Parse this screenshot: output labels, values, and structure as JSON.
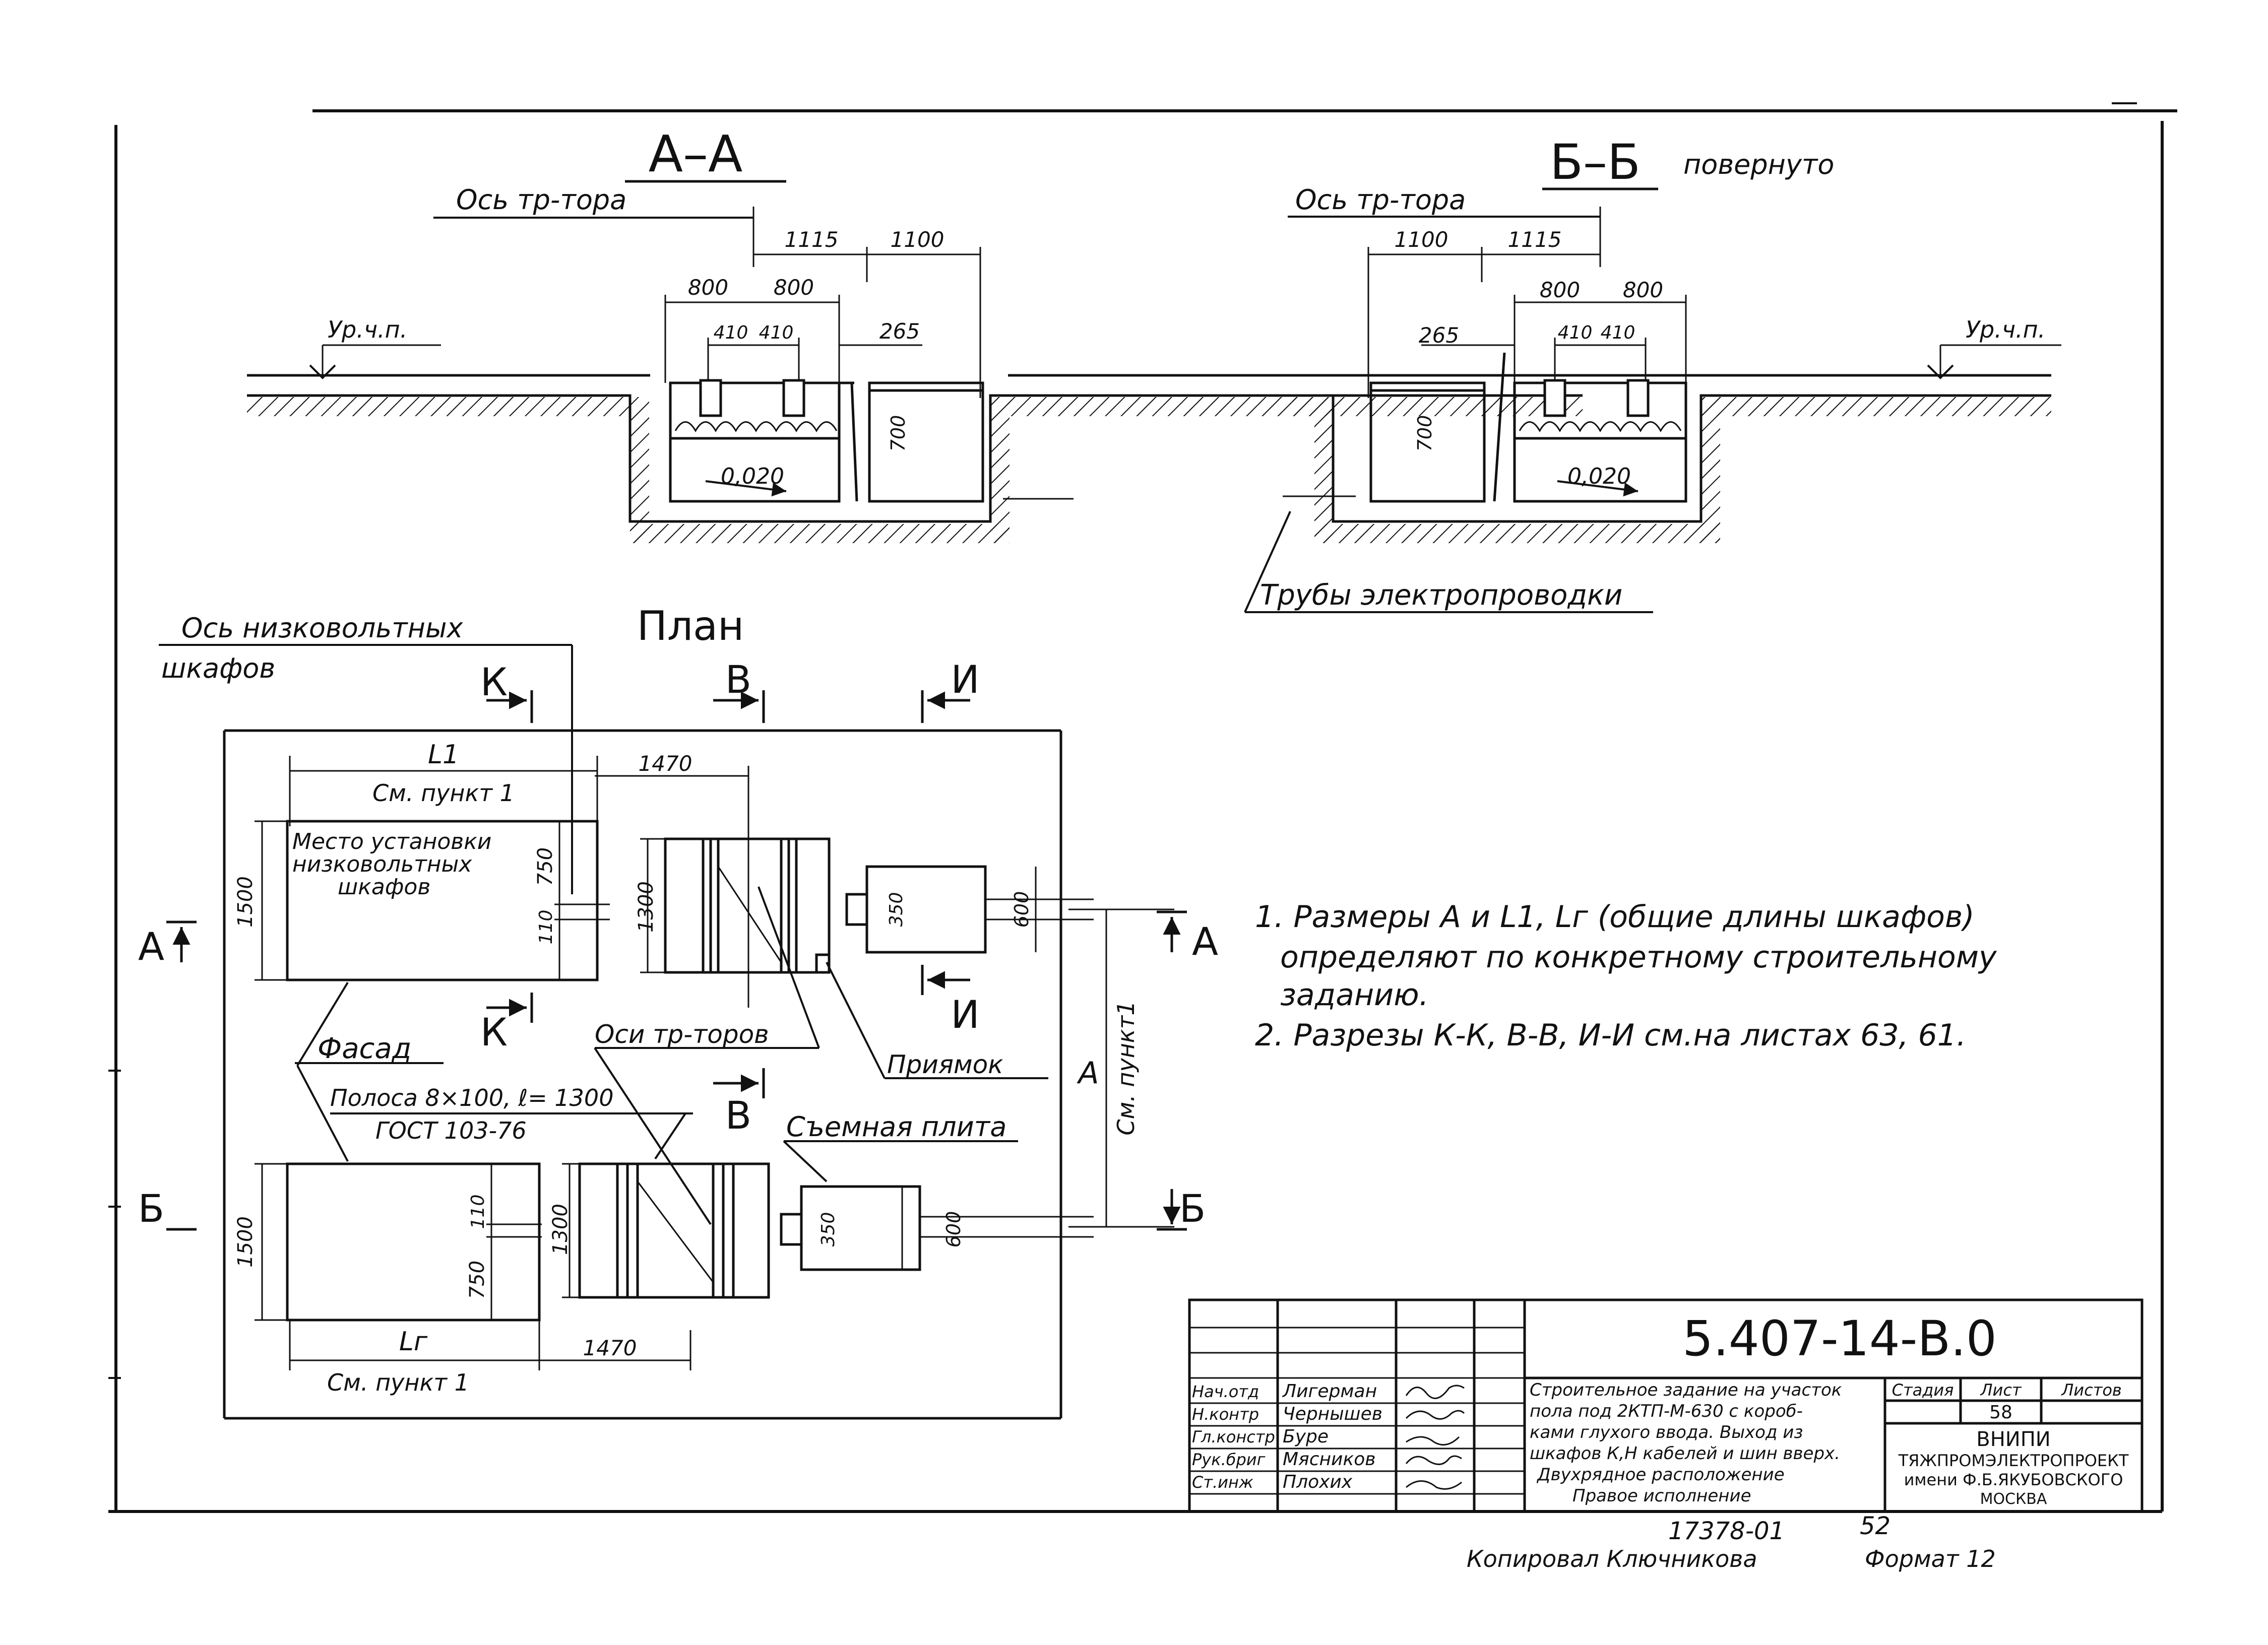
{
  "section_aa": {
    "title": "А–А",
    "axis_label": "Ось тр-тора",
    "floor_label": "Ур.ч.п.",
    "dims": {
      "d1115": "1115",
      "d1100": "1100",
      "d800a": "800",
      "d800b": "800",
      "d410a": "410",
      "d410b": "410",
      "d265": "265",
      "d700": "700"
    },
    "slope": "0,020"
  },
  "section_bb": {
    "title": "Б–Б",
    "title_note": "повернуто",
    "axis_label": "Ось тр-тора",
    "floor_label": "Ур.ч.п.",
    "dims": {
      "d1100": "1100",
      "d1115": "1115",
      "d800a": "800",
      "d800b": "800",
      "d410a": "410",
      "d410b": "410",
      "d265": "265",
      "d700": "700"
    },
    "slope": "0,020",
    "pipes_label": "Трубы электропроводки"
  },
  "plan": {
    "title": "План",
    "cabinet_axis_line1": "Ось низковольтных",
    "cabinet_axis_line2": "шкафов",
    "cut_marks": {
      "k_top": "К",
      "k_bottom": "К",
      "v_top": "В",
      "v_bottom": "В",
      "i_top": "И",
      "i_bottom": "И",
      "a_left": "А",
      "a_right": "А",
      "b_left": "Б",
      "b_right": "Б"
    },
    "dims": {
      "L1": "L1",
      "L2": "Lг",
      "see_item_1_top": "См. пункт 1",
      "see_item_1_bottom": "См. пункт 1",
      "see_item_1_vertical": "См. пункт1",
      "d1470_top": "1470",
      "d1470_bottom": "1470",
      "d1500_top": "1500",
      "d1500_bottom": "1500",
      "d750_top": "750",
      "d750_bottom": "750",
      "d110_top": "110",
      "d110_bottom": "110",
      "d1300_top": "1300",
      "d1300_bottom": "1300",
      "d350_top": "350",
      "d350_bottom": "350",
      "d600_top": "600",
      "d600_bottom": "600",
      "A": "А"
    },
    "labels": {
      "cabinet_place_line1": "Место установки",
      "cabinet_place_line2": "низковольтных",
      "cabinet_place_line3": "шкафов",
      "facade": "Фасад",
      "strip_line1": "Полоса 8×100, ℓ= 1300",
      "strip_line2": "ГОСТ 103-76",
      "transformer_axes": "Оси тр-торов",
      "pit": "Приямок",
      "removable_slab": "Съемная плита"
    }
  },
  "notes": [
    "1. Размеры А и L1, Lг (общие длины шкафов)",
    "определяют по конкретному строительному",
    "заданию.",
    "2. Разрезы К-К, В-В, И-И см.на листах 63, 61."
  ],
  "title_block": {
    "designation": "5.407-14-В.0",
    "roles": [
      "Нач.отд",
      "Н.контр",
      "Гл.констр",
      "Рук.бриг",
      "Ст.инж"
    ],
    "names": [
      "Лигерман",
      "Чернышев",
      "Буре",
      "Мясников",
      "Плохих"
    ],
    "description_lines": [
      "Строительное задание на участок",
      "пола под 2КТП-М-630 с короб-",
      "ками глухого ввода. Выход из",
      "шкафов К,Н кабелей и шин вверх.",
      "Двухрядное расположение",
      "Правое исполнение"
    ],
    "stage_header": "Стадия",
    "sheet_header": "Лист",
    "sheets_header": "Листов",
    "sheet_value": "58",
    "org_lines": [
      "ВНИПИ",
      "ТЯЖПРОМЭЛЕКТРОПРОЕКТ",
      "имени Ф.Б.ЯКУБОВСКОГО",
      "МОСКВА"
    ]
  },
  "footer": {
    "inventory": "17378-01",
    "page_no": "52",
    "copied_by": "Копировал Ключникова",
    "format": "Формат 12"
  }
}
